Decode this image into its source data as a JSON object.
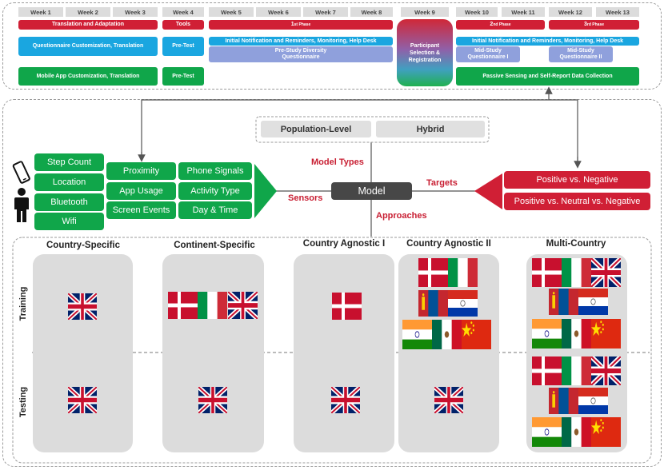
{
  "timeline": {
    "weeks": [
      "Week 1",
      "Week 2",
      "Week 3",
      "Week 4",
      "Week 5",
      "Week 6",
      "Week 7",
      "Week 8",
      "Week 9",
      "Week 10",
      "Week 11",
      "Week 12",
      "Week 13"
    ],
    "translation_adaptation": "Translation and Adaptation",
    "tools": "Tools",
    "phase1": "1",
    "phase1_suffix": "st Phase",
    "phase2": "2",
    "phase2_suffix": "nd Phase",
    "phase3": "3",
    "phase3_suffix": "rd Phase",
    "questionnaire_customization": "Questionnaire Customization, Translation",
    "pretest": "Pre-Test",
    "initial_notification_1": "Initial Notification and Reminders, Monitoring, Help Desk",
    "initial_notification_2": "Initial Notification and Reminders, Monitoring, Help Desk",
    "pre_study_diversity": "Pre-Study Diversity Questionnaire",
    "participant_selection": "Participant Selection & Registration",
    "mid_study_1": "Mid-Study Questionnaire I",
    "mid_study_2": "Mid-Study Questionnaire II",
    "mobile_app_customization": "Mobile App Customization, Translation",
    "pretest_2": "Pre-Test",
    "passive_sensing": "Passive Sensing and Self-Report Data Collection"
  },
  "model_section": {
    "model_types": [
      "Population-Level",
      "Hybrid"
    ],
    "model_types_label": "Model Types",
    "model_label": "Model",
    "sensors_label": "Sensors",
    "targets_label": "Targets",
    "approaches_label": "Approaches",
    "sensor_col1": [
      "Step Count",
      "Location",
      "Bluetooth",
      "Wifi"
    ],
    "sensor_col2": [
      "Proximity",
      "App Usage",
      "Screen Events"
    ],
    "sensor_col3": [
      "Phone Signals",
      "Activity Type",
      "Day & Time"
    ],
    "targets": [
      "Positive vs. Negative",
      "Positive vs. Neutral vs. Negative"
    ]
  },
  "approaches": {
    "columns": [
      "Country-Specific",
      "Continent-Specific",
      "Country Agnostic I",
      "Country Agnostic II",
      "Multi-Country"
    ],
    "training_label": "Training",
    "testing_label": "Testing"
  },
  "colors": {
    "red": "#d01f35",
    "blue": "#1aa6e0",
    "lavender": "#8fa0dc",
    "green": "#10a64a",
    "model": "#474747"
  }
}
